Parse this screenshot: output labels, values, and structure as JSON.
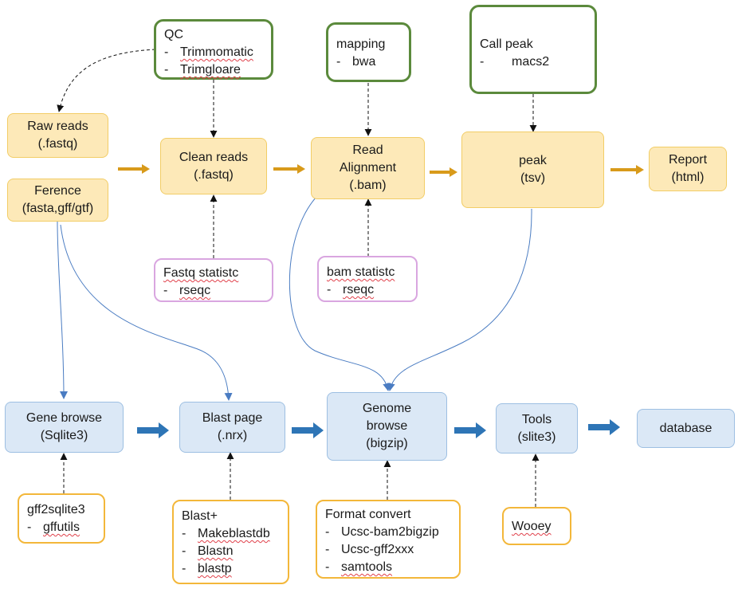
{
  "pipeline": {
    "raw_reads": [
      "Raw reads",
      "(.fastq)"
    ],
    "ference": [
      "Ference",
      "(fasta,gff/gtf)"
    ],
    "clean_reads": [
      "Clean reads",
      "(.fastq)"
    ],
    "read_alignment": [
      "Read",
      "Alignment",
      "(.bam)"
    ],
    "peak": [
      "peak",
      "(tsv)"
    ],
    "report": [
      "Report",
      "(html)"
    ]
  },
  "browse": {
    "gene_browse": [
      "Gene browse",
      "(Sqlite3)"
    ],
    "blast_page": [
      "Blast page",
      "(.nrx)"
    ],
    "genome_browse": [
      "Genome",
      "browse",
      "(bigzip)"
    ],
    "tools": [
      "Tools",
      "(slite3)"
    ],
    "database": [
      "database"
    ]
  },
  "tool_boxes": {
    "qc": {
      "title": "QC",
      "items": [
        "Trimmomatic",
        "Trimgloare"
      ]
    },
    "mapping": {
      "title": "mapping",
      "items": [
        "bwa"
      ]
    },
    "call_peak": {
      "title": "Call peak",
      "items": [
        "macs2"
      ]
    },
    "fastq_stat": {
      "title": "Fastq statistc",
      "items": [
        "rseqc"
      ]
    },
    "bam_stat": {
      "title": "bam statistc",
      "items": [
        "rseqc"
      ]
    },
    "gff2sqlite": {
      "title": "gff2sqlite3",
      "items": [
        "gffutils"
      ]
    },
    "blast_plus": {
      "title": "Blast+",
      "items": [
        "Makeblastdb",
        "Blastn",
        "blastp"
      ]
    },
    "format_convert": {
      "title": "Format convert",
      "items": [
        "Ucsc-bam2bigzip",
        "Ucsc-gff2xxx",
        "samtools"
      ]
    },
    "wooey": {
      "title": "Wooey",
      "items": []
    }
  },
  "colors": {
    "pipeline_fill": "#fde9b8",
    "pipeline_border": "#f2cd66",
    "browse_fill": "#dbe8f6",
    "browse_border": "#9dbfe2",
    "tool_border_green": "#5b8a3c",
    "tool_border_purple": "#d9a6e0",
    "tool_border_orange": "#f3b73a",
    "flow_arrow_orange": "#d89a1a",
    "flow_arrow_blue": "#2e75b6",
    "connector_blue": "#4a7cc2"
  }
}
